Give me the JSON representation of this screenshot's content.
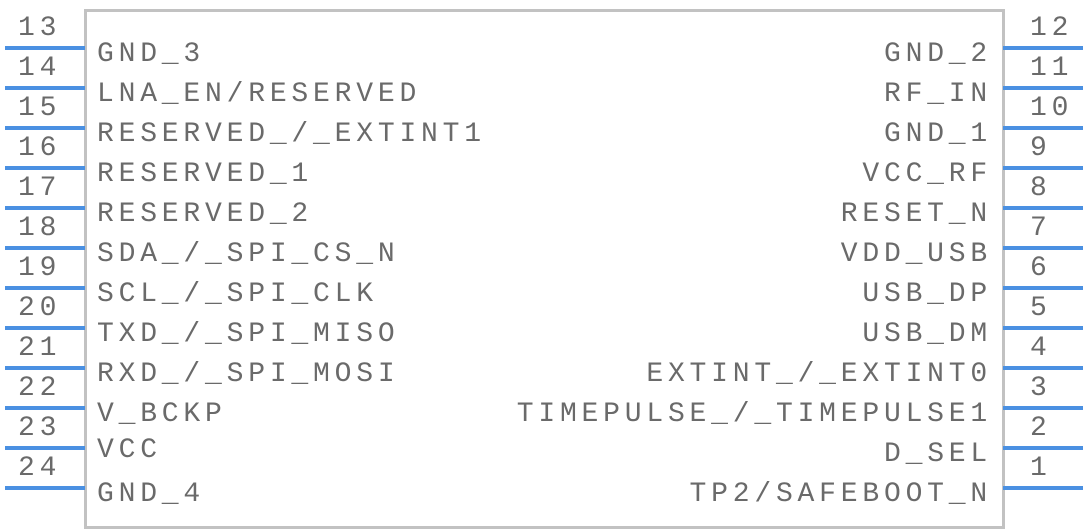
{
  "left_pins": [
    {
      "number": "13",
      "label": "GND_3"
    },
    {
      "number": "14",
      "label": "LNA_EN/RESERVED"
    },
    {
      "number": "15",
      "label": "RESERVED_/_EXTINT1"
    },
    {
      "number": "16",
      "label": "RESERVED_1"
    },
    {
      "number": "17",
      "label": "RESERVED_2"
    },
    {
      "number": "18",
      "label": "SDA_/_SPI_CS_N"
    },
    {
      "number": "19",
      "label": "SCL_/_SPI_CLK"
    },
    {
      "number": "20",
      "label": "TXD_/_SPI_MISO"
    },
    {
      "number": "21",
      "label": "RXD_/_SPI_MOSI"
    },
    {
      "number": "22",
      "label": "V_BCKP"
    },
    {
      "number": "23",
      "label": "VCC"
    },
    {
      "number": "24",
      "label": "GND_4"
    }
  ],
  "right_pins": [
    {
      "number": "12",
      "label": "GND_2"
    },
    {
      "number": "11",
      "label": "RF_IN"
    },
    {
      "number": "10",
      "label": "GND_1"
    },
    {
      "number": "9",
      "label": "VCC_RF"
    },
    {
      "number": "8",
      "label": "RESET_N"
    },
    {
      "number": "7",
      "label": "VDD_USB"
    },
    {
      "number": "6",
      "label": "USB_DP"
    },
    {
      "number": "5",
      "label": "USB_DM"
    },
    {
      "number": "4",
      "label": "EXTINT_/_EXTINT0"
    },
    {
      "number": "3",
      "label": "TIMEPULSE_/_TIMEPULSE1"
    },
    {
      "number": "2",
      "label": "D_SEL"
    },
    {
      "number": "1",
      "label": "TP2/SAFEBOOT_N"
    }
  ],
  "colors": {
    "pin": "#4a90e2",
    "body": "#c2c2c2",
    "text": "#6a6a6a"
  }
}
